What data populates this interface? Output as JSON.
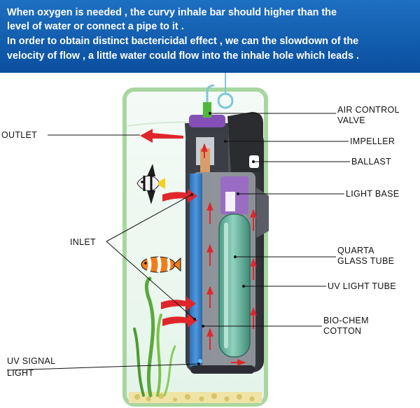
{
  "banner": {
    "line1": "When oxygen is needed , the curvy inhale bar should higher than the",
    "line2": "level of water or connect a pipe to it .",
    "line3": "In order to obtain distinct bactericidal effect , we can the slowdown of the",
    "line4": "velocity of flow , a little water could flow into the inhale hole which leads ."
  },
  "labels": {
    "air_control_1": "AIR CONTROL",
    "air_control_2": "VALVE",
    "impeller": "IMPELLER",
    "ballast": "BALLAST",
    "light_base": "LIGHT BASE",
    "quarta_1": "QUARTA",
    "quarta_2": "GLASS TUBE",
    "uv_light_tube": "UV LIGHT TUBE",
    "bio_chem_1": "BIO-CHEM",
    "bio_chem_2": "COTTON",
    "outlet": "OUTLET",
    "inlet": "INLET",
    "uv_signal_1": "UV SIGNAL",
    "uv_signal_2": "LIGHT"
  },
  "colors": {
    "banner": "#0b4f9e",
    "tank_border": "#a9d6a0",
    "flow_arrow": "#e0262b",
    "blue_sponge": "#3d86d4",
    "uv_tube": "#68b8a2",
    "light_base": "#9a6cc4",
    "valve": "#4fb83b"
  }
}
